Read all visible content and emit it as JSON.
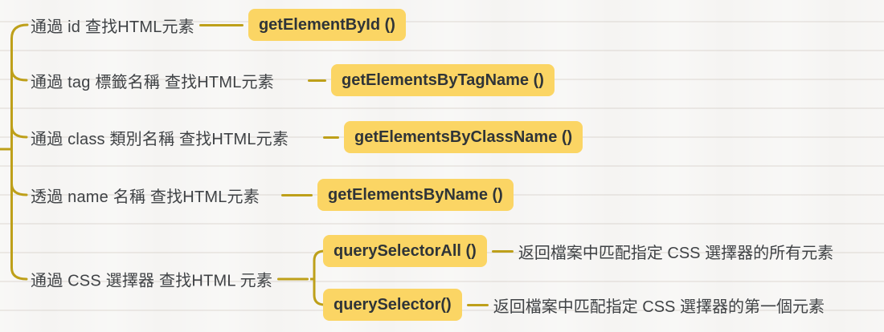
{
  "colors": {
    "background": "#f5f4f2",
    "branch_line": "#bea01a",
    "method_node_bg": "#fbd564",
    "method_node_text": "#2f3438",
    "label_text": "#3f4245"
  },
  "branches": [
    {
      "label": "通過 id 查找HTML元素",
      "method": "getElementById ()"
    },
    {
      "label": "通過 tag 標籤名稱 查找HTML元素",
      "method": "getElementsByTagName ()"
    },
    {
      "label": "通過 class 類別名稱 查找HTML元素",
      "method": "getElementsByClassName ()"
    },
    {
      "label": "透過 name 名稱 查找HTML元素",
      "method": "getElementsByName ()"
    },
    {
      "label": "通過 CSS 選擇器 查找HTML 元素",
      "children": [
        {
          "method": "querySelectorAll ()",
          "description": "返回檔案中匹配指定 CSS 選擇器的所有元素"
        },
        {
          "method": "querySelector()",
          "description": "返回檔案中匹配指定 CSS 選擇器的第一個元素"
        }
      ]
    }
  ]
}
